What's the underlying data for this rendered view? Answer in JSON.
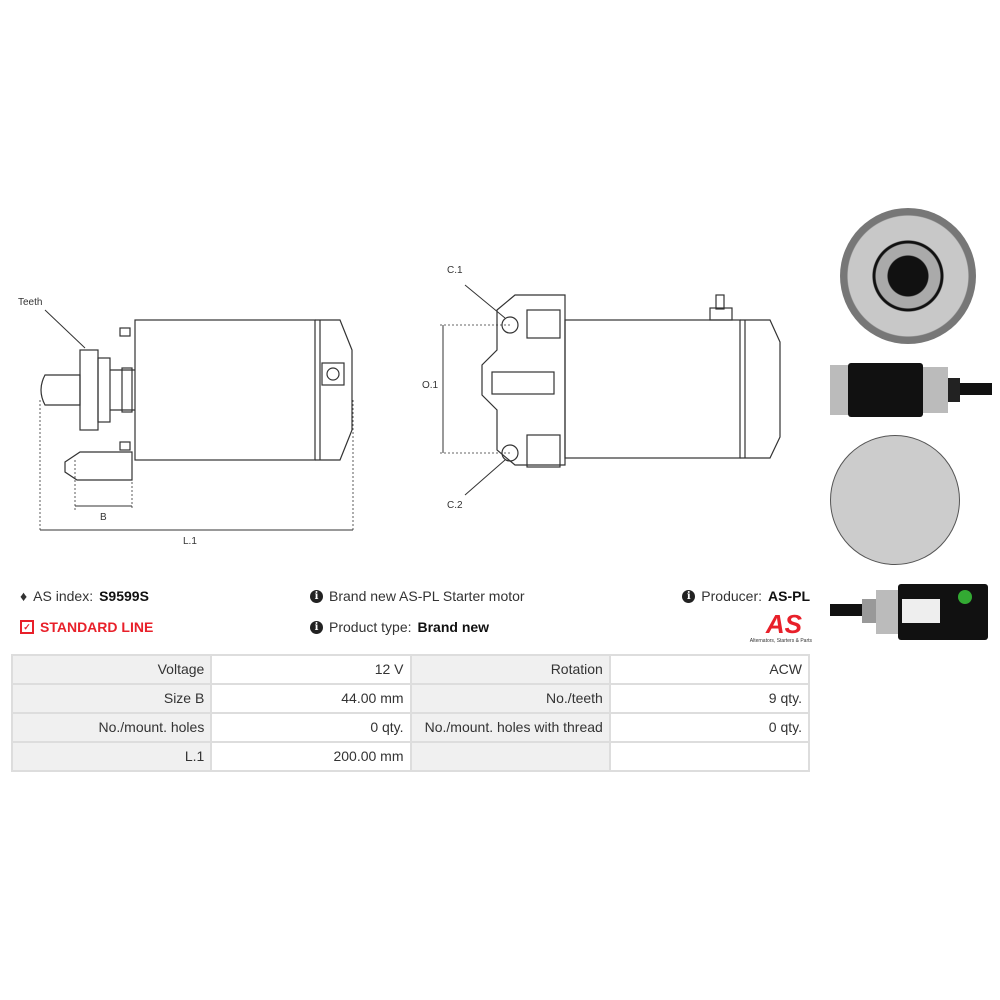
{
  "drawing": {
    "teeth_label": "Teeth",
    "b_label": "B",
    "l1_label": "L.1",
    "c1_label": "C.1",
    "c2_label": "C.2",
    "o1_label": "O.1"
  },
  "info": {
    "as_index_label": "AS index:",
    "as_index_value": "S9599S",
    "line_label": "STANDARD LINE",
    "description": "Brand new AS-PL Starter motor",
    "product_type_label": "Product type:",
    "product_type_value": "Brand new",
    "producer_label": "Producer:",
    "producer_value": "AS-PL",
    "logo_text": "AS",
    "logo_tagline": "Alternators, Starters & Parts"
  },
  "colors": {
    "accent": "#e8202a"
  },
  "specs": [
    [
      "Voltage",
      "12 V",
      "Rotation",
      "ACW"
    ],
    [
      "Size B",
      "44.00 mm",
      "No./teeth",
      "9 qty."
    ],
    [
      "No./mount. holes",
      "0 qty.",
      "No./mount. holes with thread",
      "0 qty."
    ],
    [
      "L.1",
      "200.00 mm",
      "",
      ""
    ]
  ]
}
